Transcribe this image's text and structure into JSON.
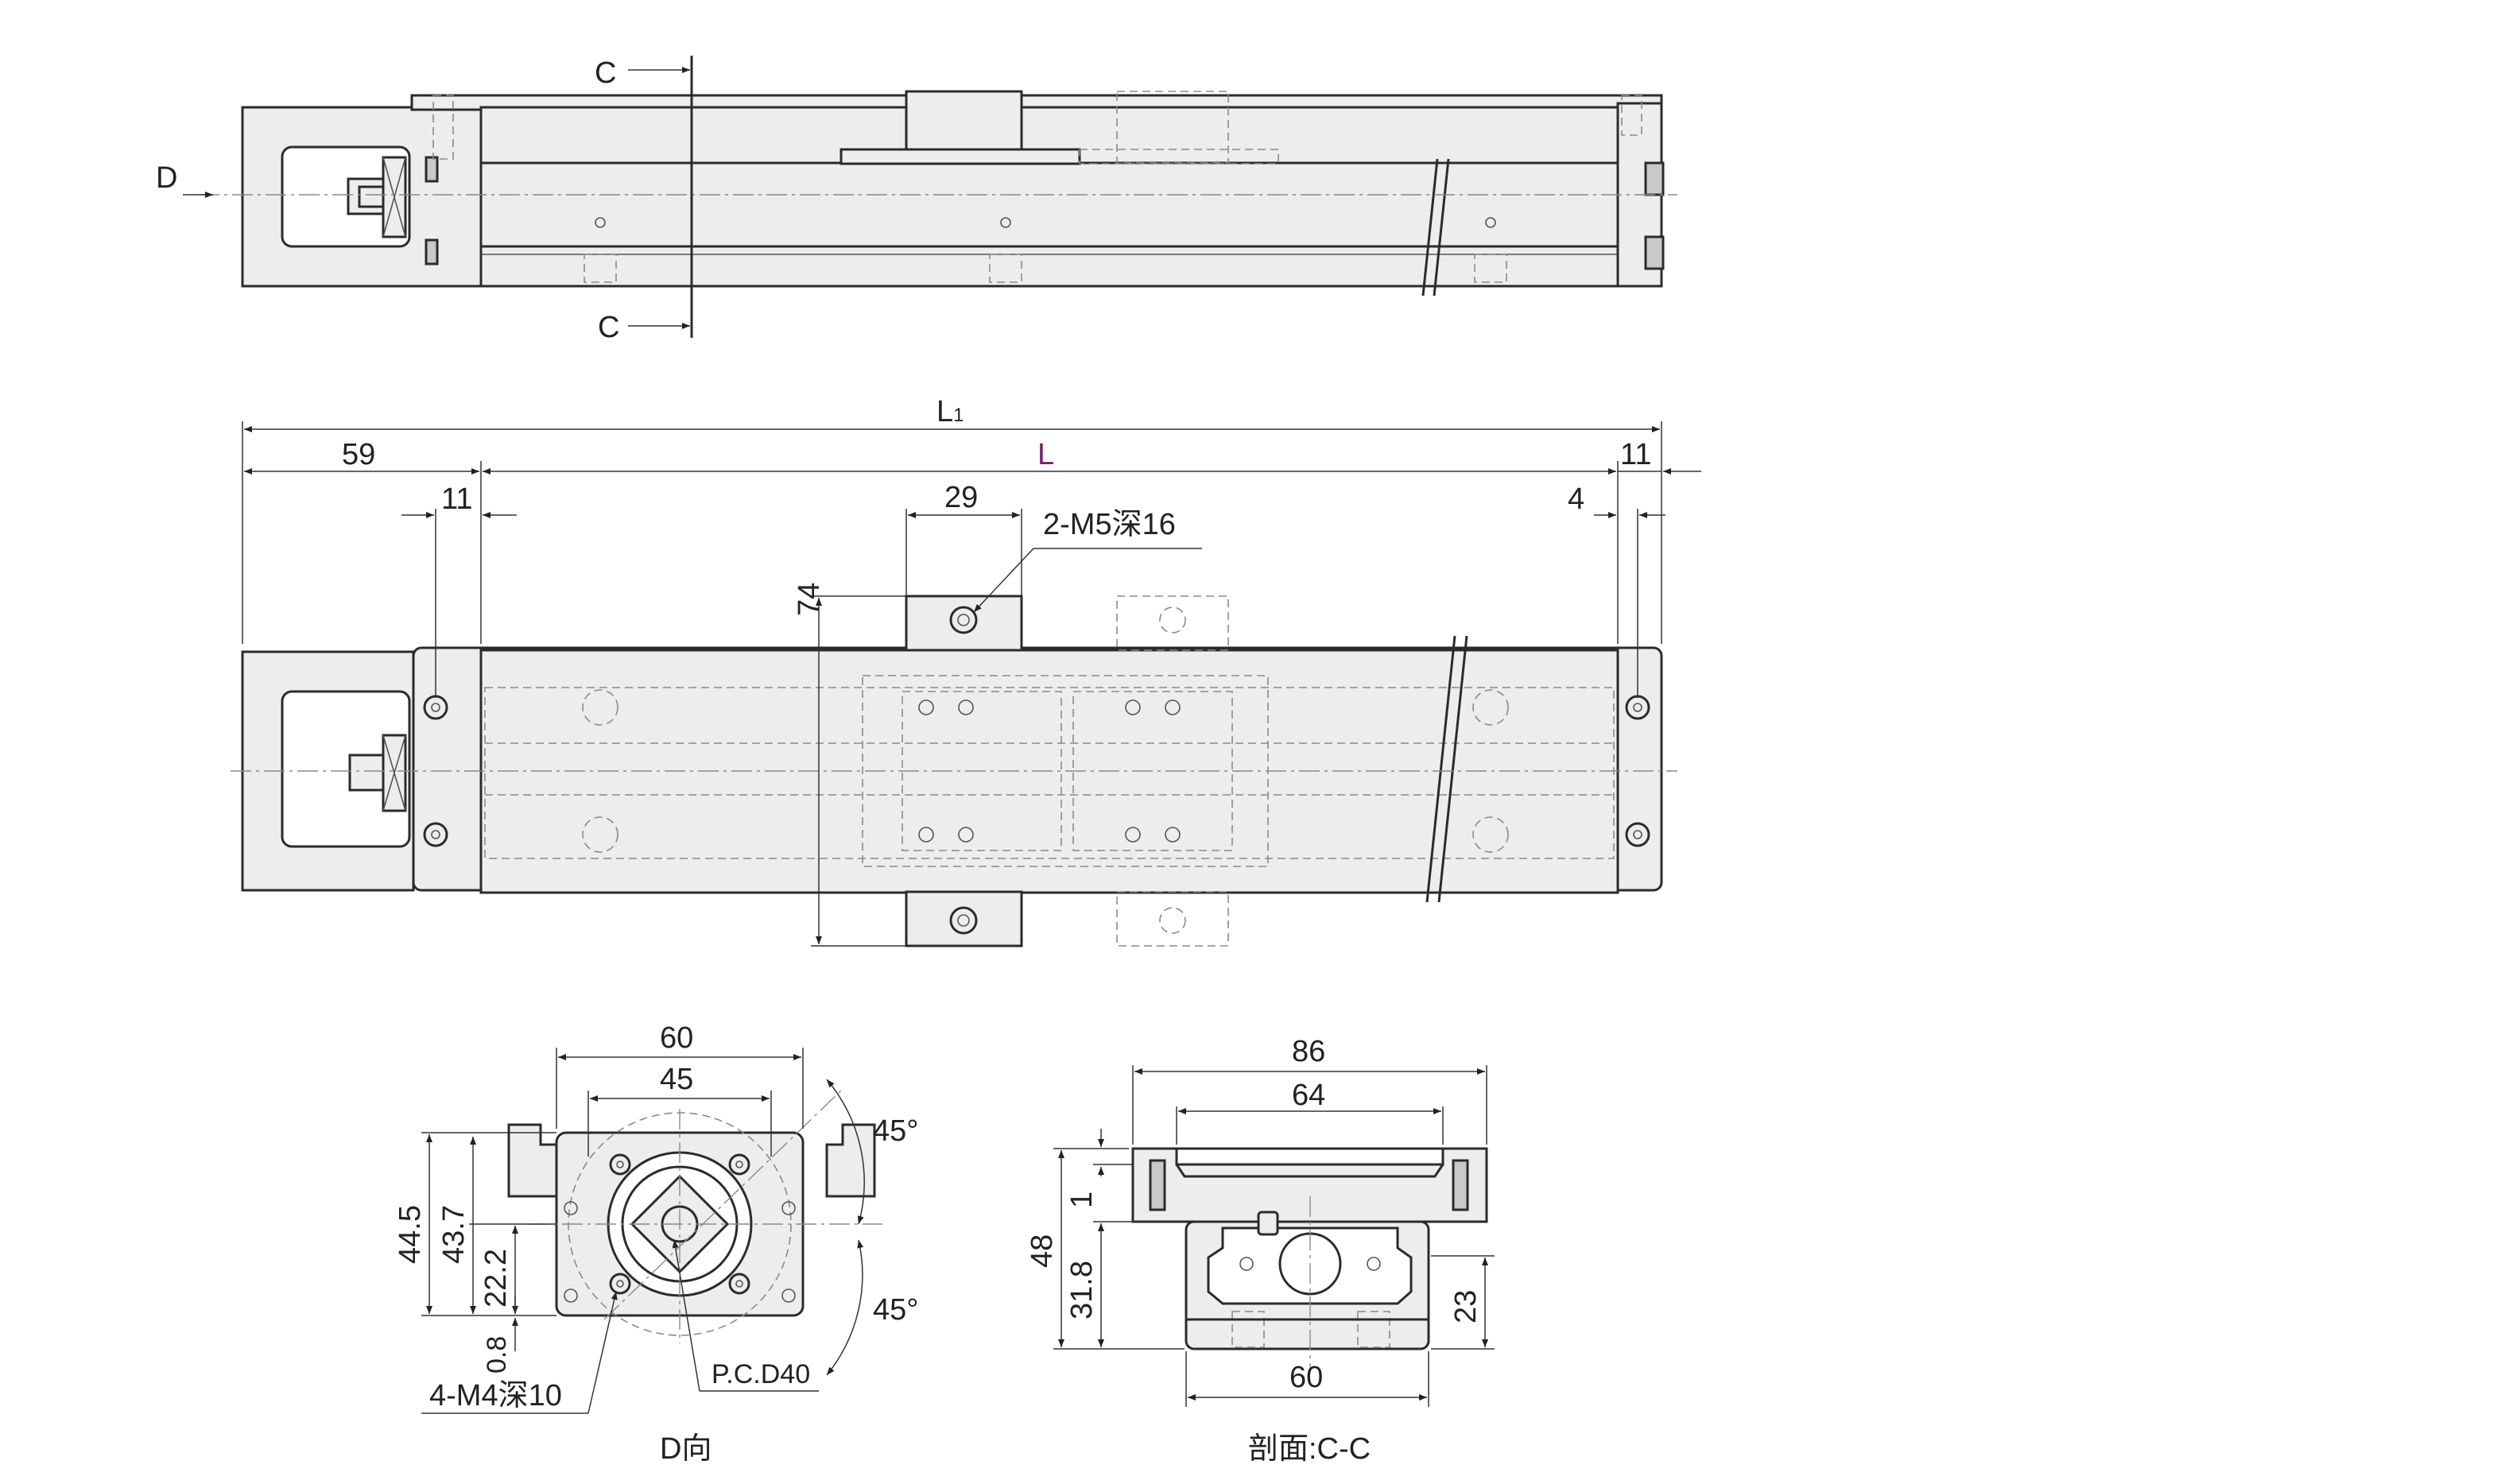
{
  "top_view": {
    "section_mark_top": "C",
    "section_mark_bottom": "C",
    "view_arrow_label": "D"
  },
  "plan_view": {
    "dim_L1_main": "L",
    "dim_L1_sub": "1",
    "dim_L": "L",
    "dim_59": "59",
    "dim_11_left": "11",
    "dim_11_right": "11",
    "dim_4": "4",
    "dim_29": "29",
    "dim_74": "74",
    "callout_tapped": "2-M5深16"
  },
  "view_d": {
    "dim_60": "60",
    "dim_45": "45",
    "angle_top": "45°",
    "angle_bottom": "45°",
    "dim_44_5": "44.5",
    "dim_43_7": "43.7",
    "dim_22_2": "22.2",
    "dim_0_8": "0.8",
    "callout_holes": "4-M4深10",
    "callout_pcd": "P.C.D40",
    "caption": "D向"
  },
  "section_cc": {
    "dim_86": "86",
    "dim_64": "64",
    "dim_1": "1",
    "dim_48": "48",
    "dim_31_8": "31.8",
    "dim_23": "23",
    "dim_60": "60",
    "caption": "剖面:C-C"
  },
  "colors": {
    "part_fill": "#ededed",
    "line": "#2b2b2b",
    "hidden_line": "#8a8a8a",
    "accent_L": "#7a1f6e"
  }
}
